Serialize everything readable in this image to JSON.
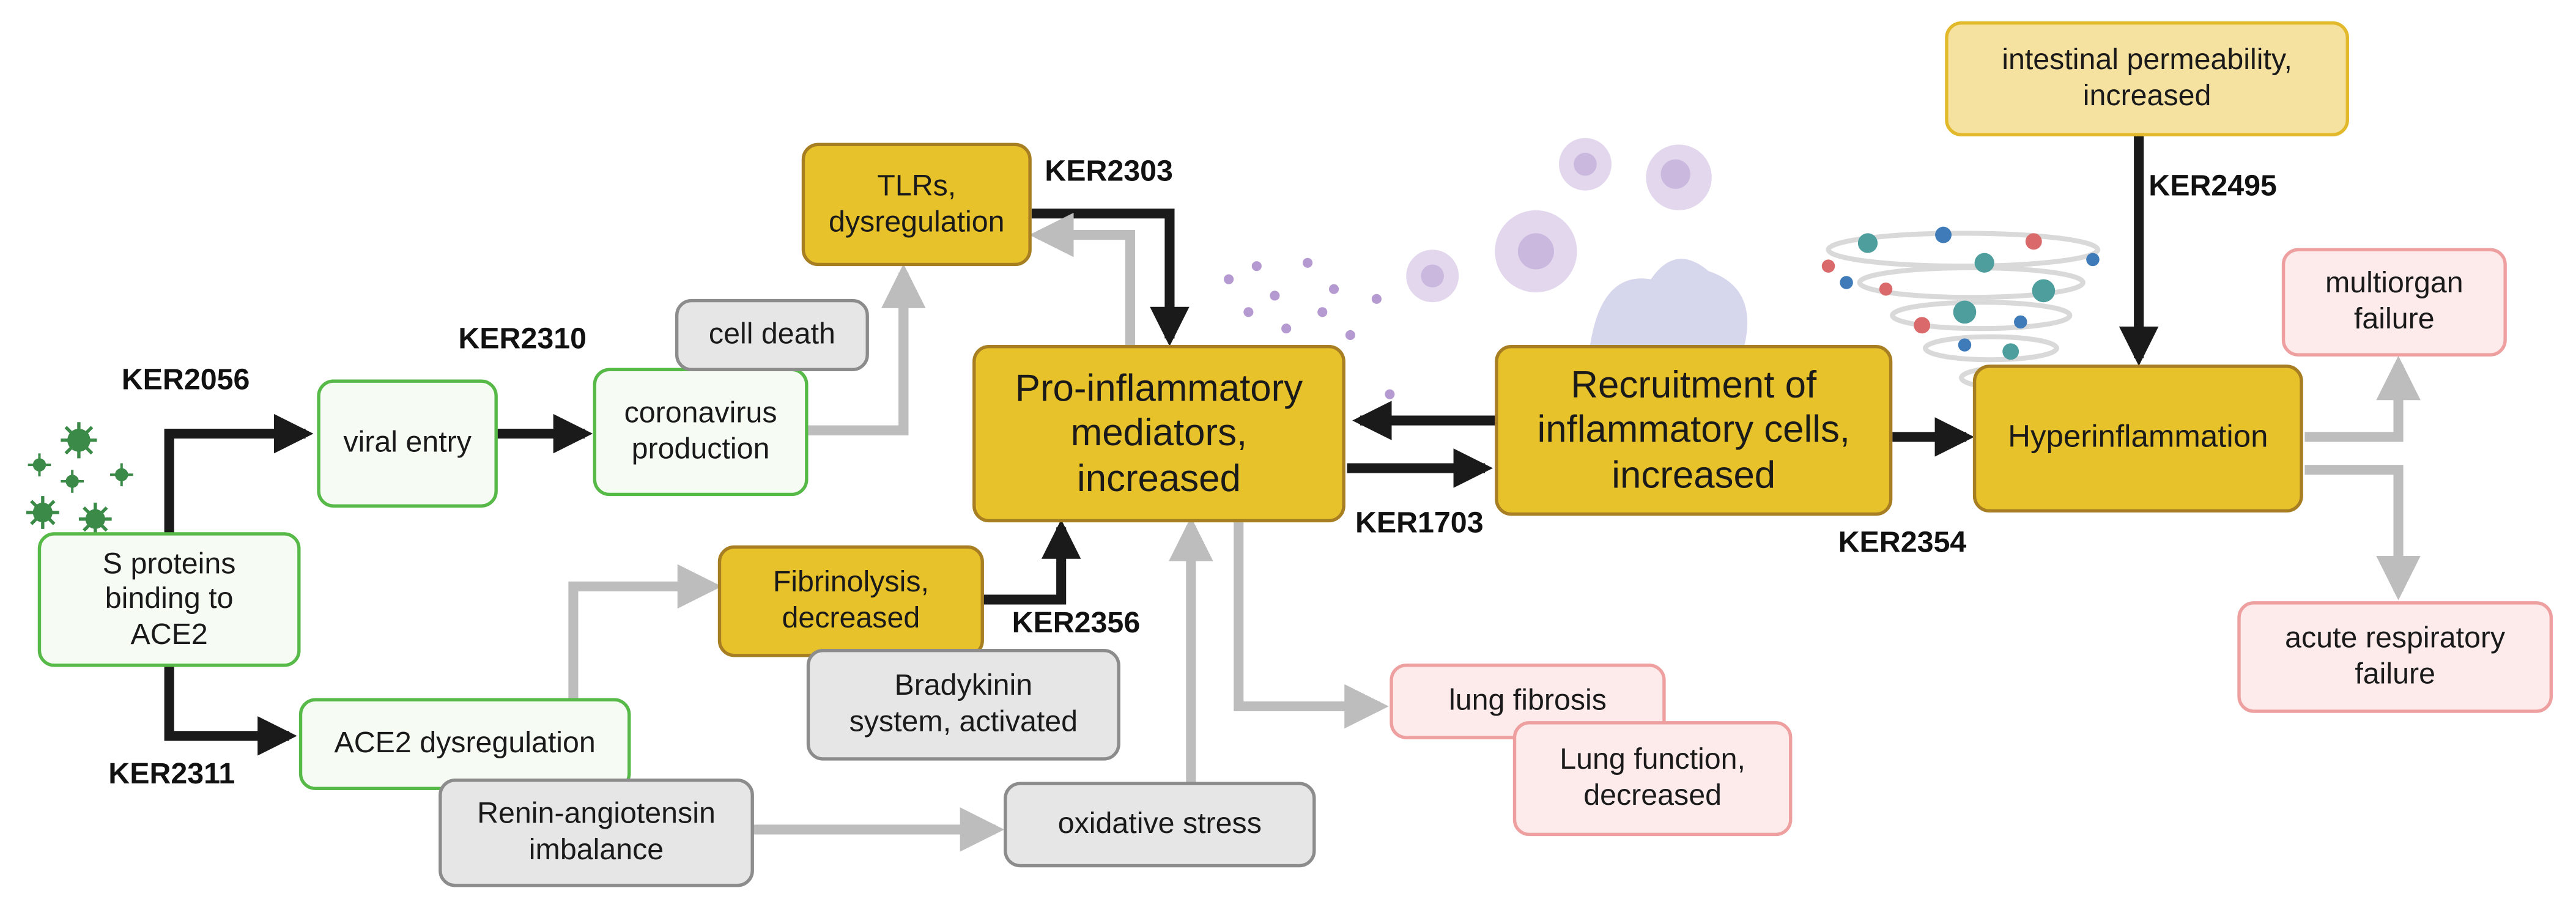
{
  "nodes": {
    "s_proteins": "S proteins\nbinding to\nACE2",
    "viral_entry": "viral entry",
    "coronavirus_production": "coronavirus\nproduction",
    "cell_death": "cell death",
    "tlrs": "TLRs,\ndysregulation",
    "pro_inflammatory": "Pro-inflammatory\nmediators,\nincreased",
    "recruitment": "Recruitment of\ninflammatory cells,\nincreased",
    "hyperinflammation": "Hyperinflammation",
    "intestinal": "intestinal permeability,\nincreased",
    "multiorgan": "multiorgan\nfailure",
    "acute_respiratory": "acute respiratory\nfailure",
    "fibrinolysis": "Fibrinolysis,\ndecreased",
    "bradykinin": "Bradykinin\nsystem, activated",
    "ace2_dysregulation": "ACE2 dysregulation",
    "renin": "Renin-angiotensin\nimbalance",
    "oxidative": "oxidative stress",
    "lung_fibrosis": "lung fibrosis",
    "lung_function": "Lung function,\ndecreased"
  },
  "ker_labels": {
    "ker2056": "KER2056",
    "ker2310": "KER2310",
    "ker2303": "KER2303",
    "ker2311": "KER2311",
    "ker2356": "KER2356",
    "ker1703": "KER1703",
    "ker2354": "KER2354",
    "ker2495": "KER2495"
  },
  "colors": {
    "key_event_fill": "#e8c22a",
    "initiating_border": "#57b947",
    "outcome_border": "#ee9f9f",
    "context_fill": "#e6e6e6",
    "strong_arrow": "#1a1a1a",
    "weak_arrow": "#bdbdbd"
  },
  "icons": [
    "virus-icon",
    "immune-cell-icon",
    "cytokine-storm-icon"
  ]
}
